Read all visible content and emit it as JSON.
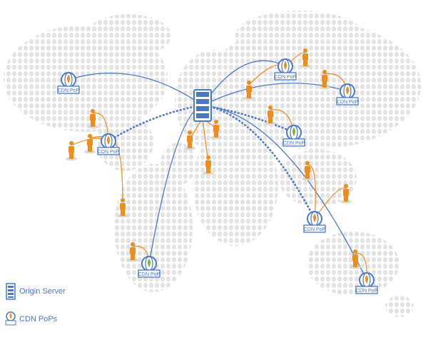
{
  "pops": [
    {
      "label": "CDN PoP",
      "color": "orange"
    },
    {
      "label": "CDN PoP",
      "color": "orange"
    },
    {
      "label": "CDN PoP",
      "color": "orange"
    },
    {
      "label": "CDN PoP",
      "color": "orange"
    },
    {
      "label": "CDN PoP",
      "color": "green"
    },
    {
      "label": "CDN PoP",
      "color": "orange"
    },
    {
      "label": "CDN PoP",
      "color": "green"
    },
    {
      "label": "CDN PoP",
      "color": "orange"
    }
  ],
  "legend": {
    "origin_server": "Origin Server",
    "cdn_pops": "CDN PoPs"
  },
  "colors": {
    "blue": "#4a78c2",
    "orange": "#f08c1a",
    "green": "#7cb342",
    "map": "#e3e3e3"
  }
}
